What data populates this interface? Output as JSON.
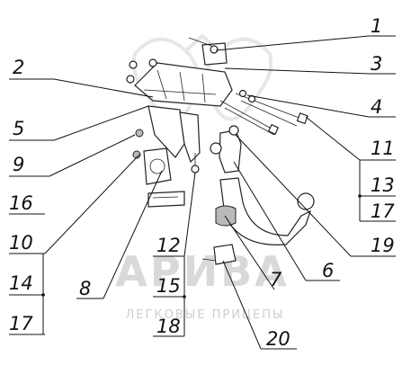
{
  "watermark": {
    "brand": "АРИВА",
    "subtitle": "ЛЕГКОВЫЕ ПРИЦЕПЫ"
  },
  "callouts": {
    "c1": "1",
    "c2": "2",
    "c3": "3",
    "c4": "4",
    "c5": "5",
    "c6": "6",
    "c7": "7",
    "c8": "8",
    "c9": "9",
    "c10": "10",
    "c11": "11",
    "c12": "12",
    "c13": "13",
    "c14": "14",
    "c15": "15",
    "c16": "16",
    "c17a": "17",
    "c17b": "17",
    "c18": "18",
    "c19": "19",
    "c20": "20"
  }
}
